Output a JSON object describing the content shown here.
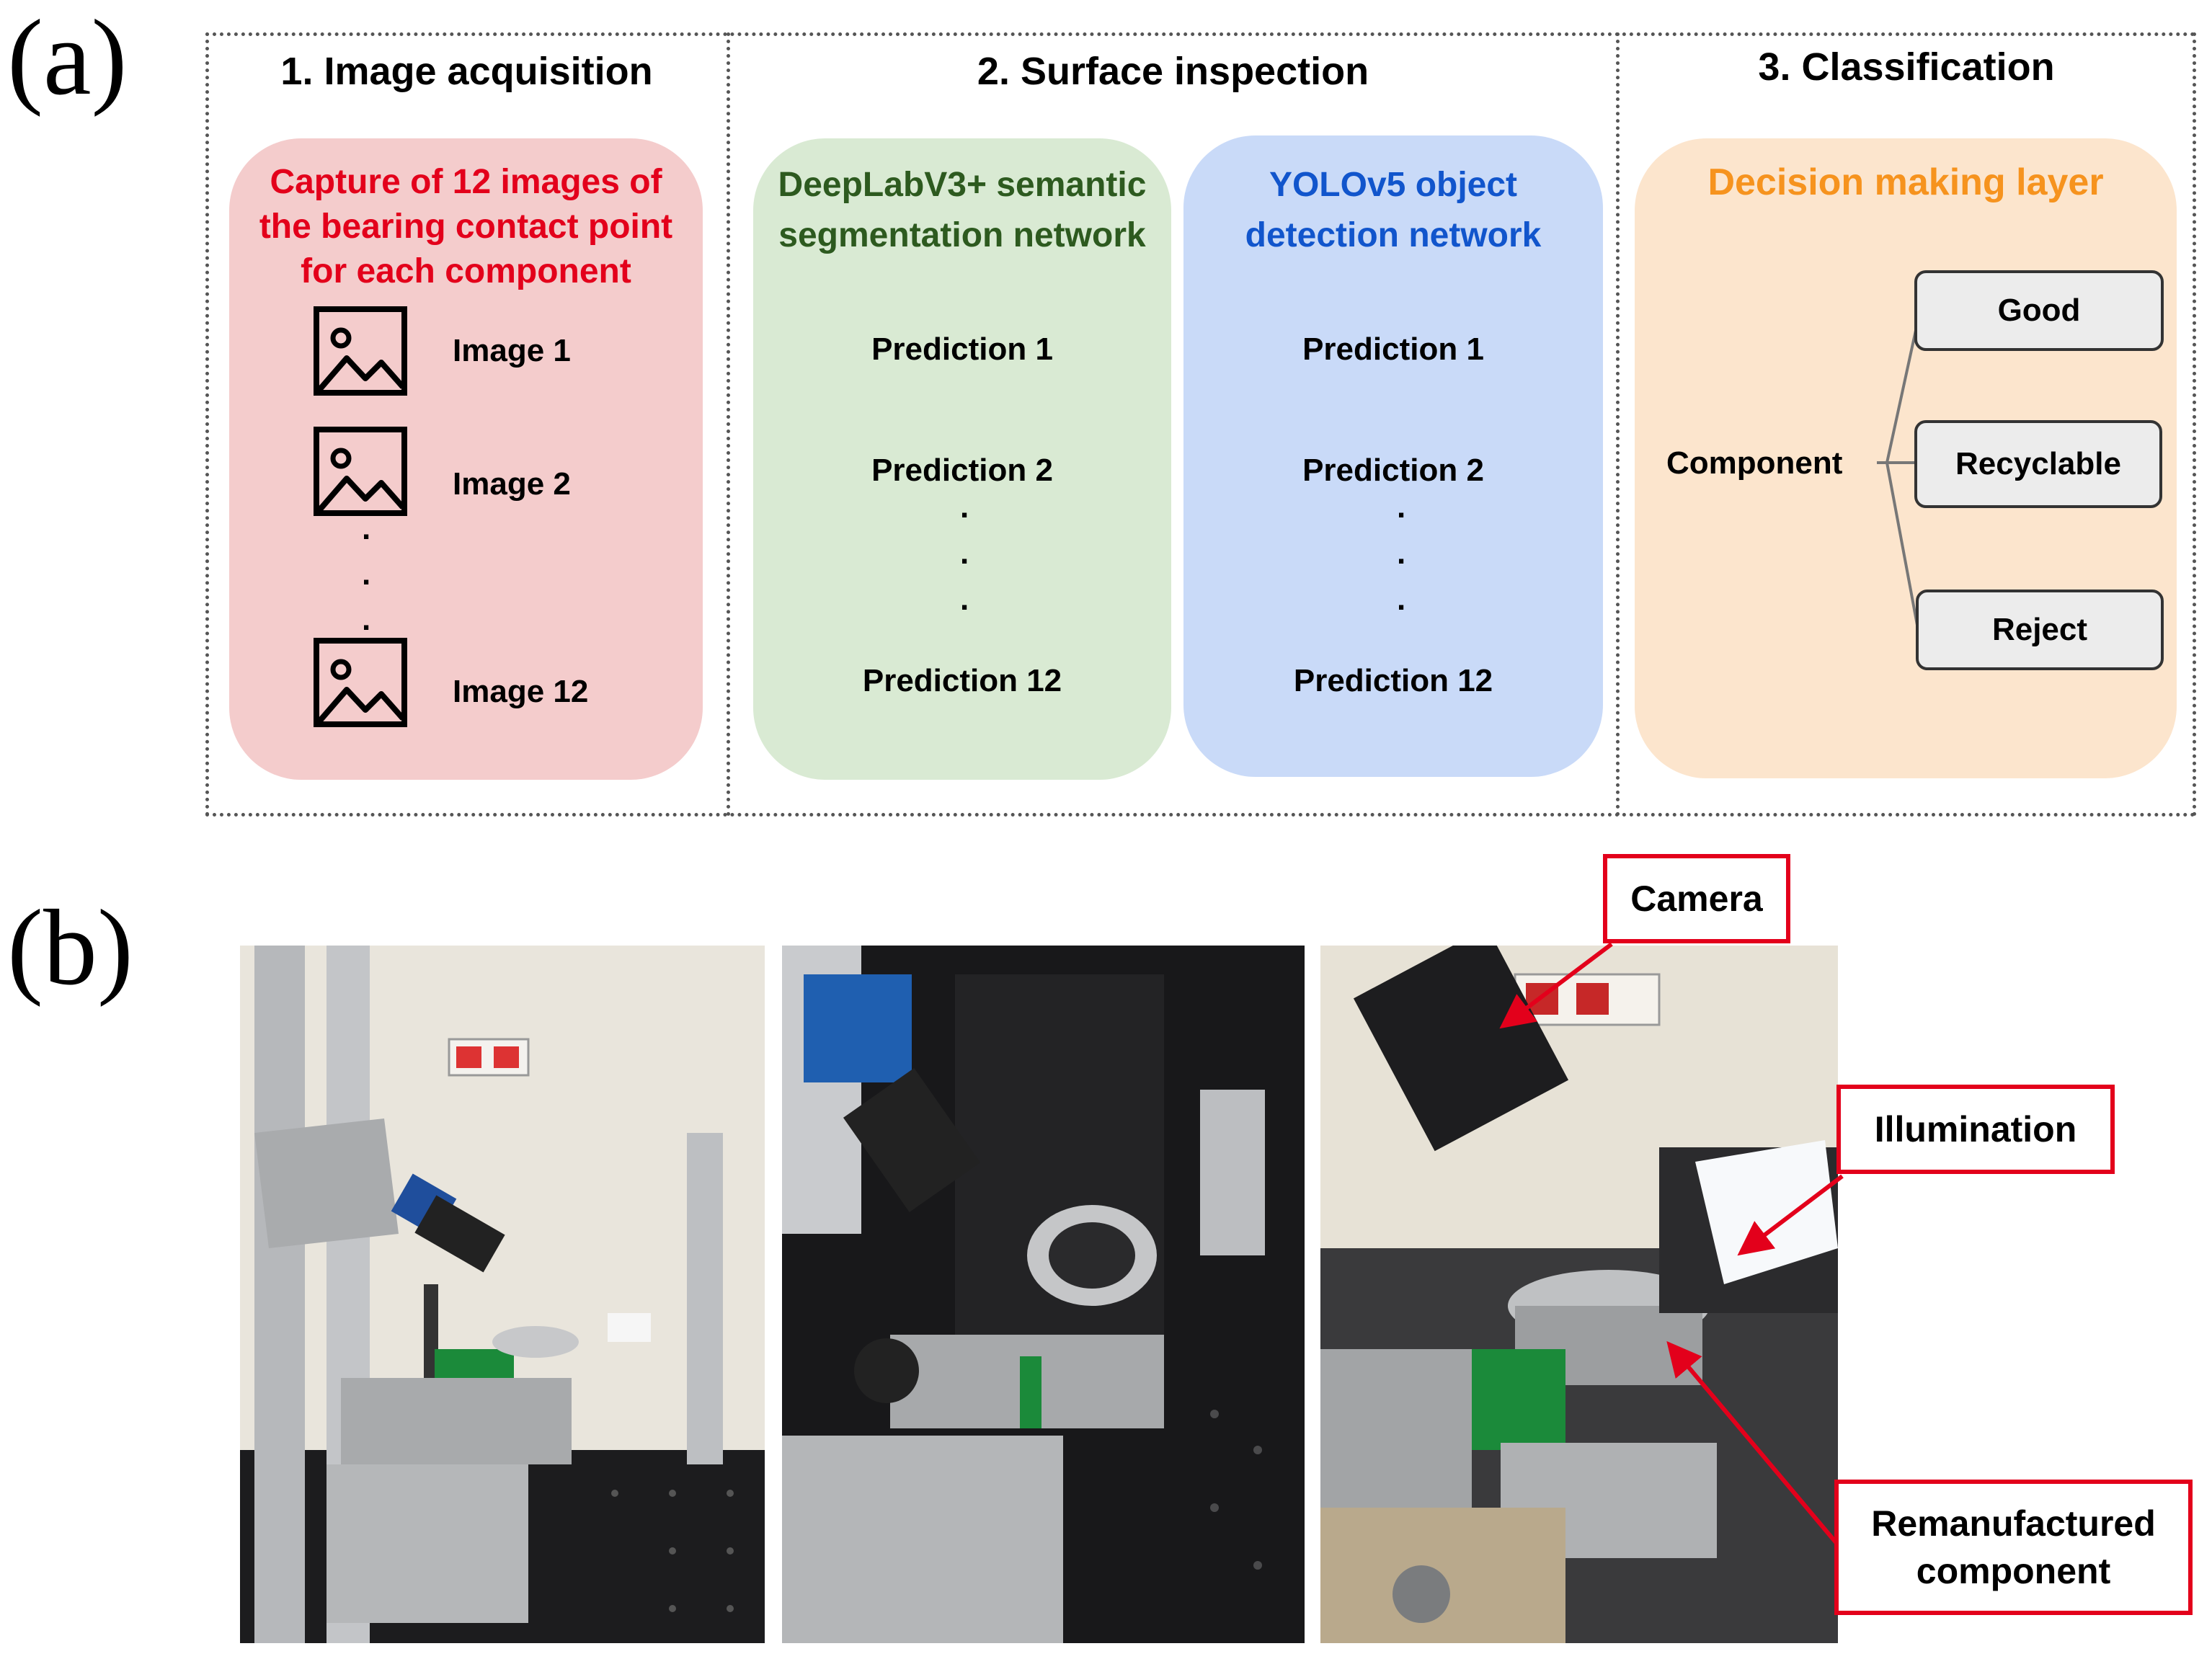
{
  "panel_a": {
    "label": "(a)",
    "sections": [
      {
        "title": "1. Image acquisition"
      },
      {
        "title": "2. Surface inspection"
      },
      {
        "title": "3. Classification"
      }
    ],
    "acquisition": {
      "title_lines": [
        "Capture of 12 images of",
        "the bearing contact point",
        "for each component"
      ],
      "items": [
        "Image 1",
        "Image 2",
        "Image 12"
      ],
      "icon": "image-icon",
      "color": "#e3001b",
      "fill": "#f4cccc"
    },
    "segmentation": {
      "title_lines": [
        "DeepLabV3+ semantic",
        "segmentation network"
      ],
      "items": [
        "Prediction 1",
        "Prediction 2",
        "Prediction 12"
      ],
      "color": "#2d5a1f",
      "fill": "#d9ead3"
    },
    "detection": {
      "title_lines": [
        "YOLOv5 object",
        "detection network"
      ],
      "items": [
        "Prediction 1",
        "Prediction 2",
        "Prediction 12"
      ],
      "color": "#1155cc",
      "fill": "#c9daf8"
    },
    "classification": {
      "title": "Decision making layer",
      "root": "Component",
      "outcomes": [
        "Good",
        "Recyclable",
        "Reject"
      ],
      "color": "#f6931e",
      "fill": "#fce5cd"
    }
  },
  "panel_b": {
    "label": "(b)",
    "callouts": {
      "camera": "Camera",
      "illumination": "Illumination",
      "component_lines": [
        "Remanufactured",
        "component"
      ]
    },
    "callout_color": "#e3001b"
  }
}
